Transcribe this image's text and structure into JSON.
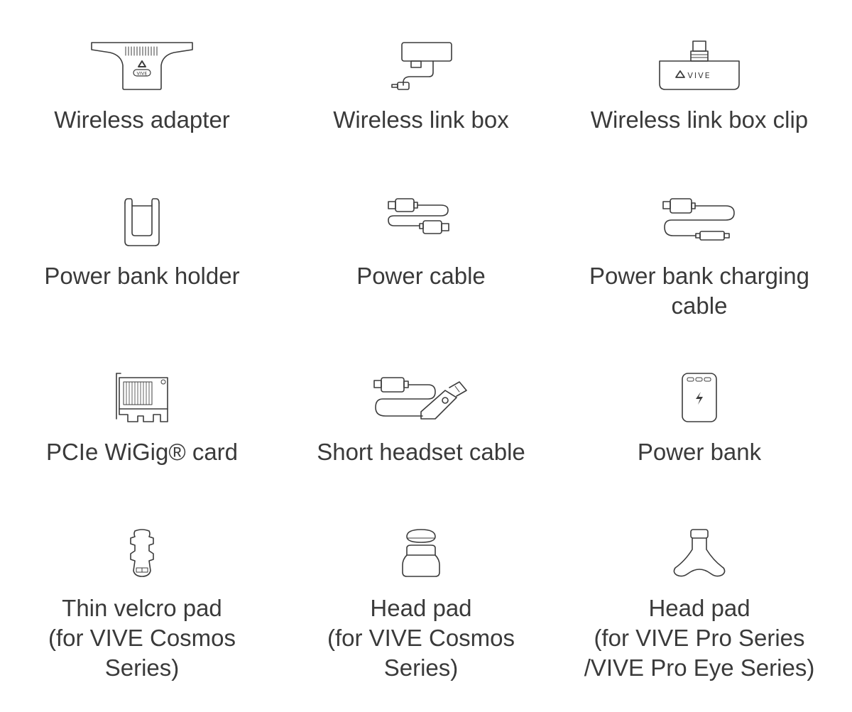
{
  "items": [
    {
      "label": "Wireless adapter",
      "icon": "wireless-adapter-icon"
    },
    {
      "label": "Wireless link box",
      "icon": "link-box-icon"
    },
    {
      "label": "Wireless link box clip",
      "icon": "link-box-clip-icon",
      "icon_text": "VIVE"
    },
    {
      "label": "Power bank holder",
      "icon": "power-bank-holder-icon"
    },
    {
      "label": "Power cable",
      "icon": "power-cable-icon"
    },
    {
      "label": "Power bank charging\ncable",
      "icon": "charging-cable-icon"
    },
    {
      "label": "PCIe WiGig® card",
      "icon": "pcie-card-icon"
    },
    {
      "label": "Short headset cable",
      "icon": "headset-cable-icon"
    },
    {
      "label": "Power bank",
      "icon": "power-bank-icon"
    },
    {
      "label": "Thin velcro pad\n(for VIVE Cosmos\nSeries)",
      "icon": "velcro-pad-icon"
    },
    {
      "label": "Head pad\n(for VIVE Cosmos\nSeries)",
      "icon": "head-pad-cosmos-icon"
    },
    {
      "label": "Head pad\n(for VIVE Pro Series\n/VIVE Pro Eye Series)",
      "icon": "head-pad-pro-icon"
    }
  ],
  "adapter_icon_text": "VIVE"
}
